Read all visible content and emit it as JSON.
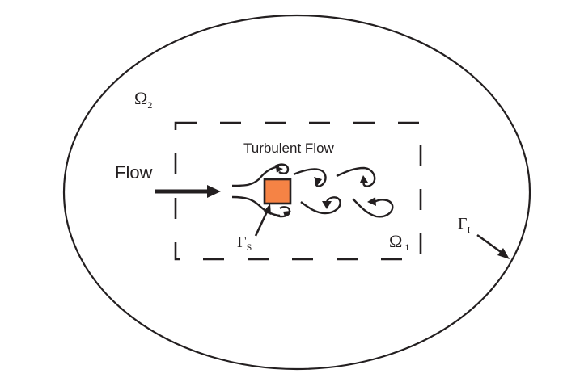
{
  "diagram": {
    "title_label": "Turbulent Flow",
    "inflow_label": "Flow",
    "outer_domain": {
      "symbol": "Ω",
      "subscript": "2"
    },
    "inner_domain": {
      "symbol": "Ω",
      "subscript": "1"
    },
    "solid_boundary": {
      "symbol": "Γ",
      "subscript": "S"
    },
    "interface_boundary": {
      "symbol": "Γ",
      "subscript": "I"
    },
    "colors": {
      "stroke": "#231f20",
      "obstacle_fill": "#f58345"
    }
  }
}
